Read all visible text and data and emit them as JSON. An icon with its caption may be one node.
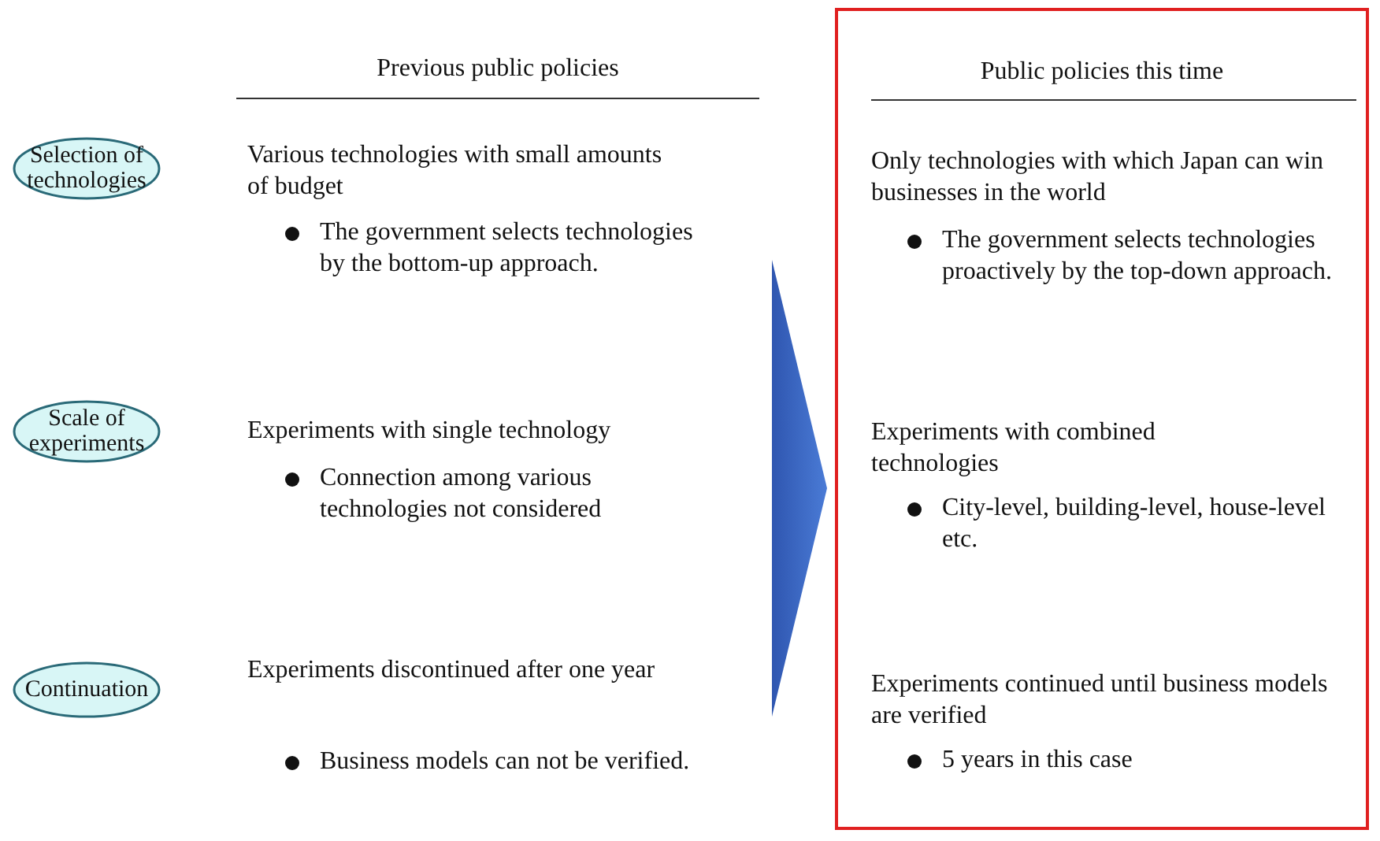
{
  "diagram": {
    "nodes": [
      {
        "text": [
          "Selection of technologies"
        ]
      },
      {
        "text": [
          "Scale of experiments"
        ]
      },
      {
        "text": [
          "Continuation"
        ]
      },
      {
        "text": [
          "Public policies this time",
          "Only technologies with which Japan can win businesses in the world",
          "The government selects technologies proactively by the top-down approach.",
          "Experiments with combined technologies",
          "City-level, building-level, house-level etc.",
          "Experiments continued until business models are verified",
          "5 years in this case"
        ]
      }
    ],
    "edges": [],
    "labels": [
      "Previous public policies",
      "Various technologies with small amounts of budget",
      "The government selects technologies by the bottom-up approach.",
      "Experiments with single technology",
      "Connection among various technologies not considered",
      "Experiments discontinued after one year",
      "Business models can not be verified."
    ]
  }
}
